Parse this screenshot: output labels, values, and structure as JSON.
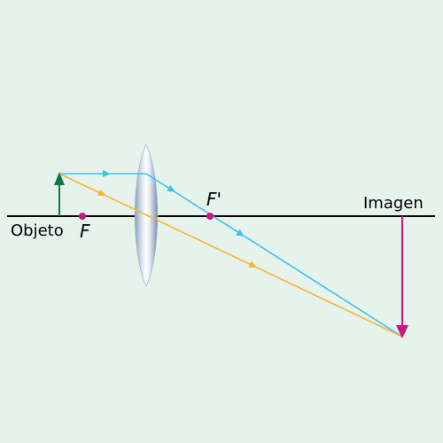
{
  "diagram": {
    "labels": {
      "object": "Objeto",
      "focal_object_side": "F",
      "focal_image_side": "F'",
      "image": "Imagen"
    },
    "colors": {
      "background": "#e6f3ec",
      "axis": "#000000",
      "object_arrow": "#0b7a45",
      "image_arrow": "#c8157f",
      "focal_points": "#c8157f",
      "ray_parallel": "#3cc2ec",
      "ray_central": "#f7b431",
      "lens_edge": "#9fb2c6",
      "lens_center": "#ffffff"
    },
    "icons": {
      "lens": "converging-lens-icon",
      "object": "up-arrow-icon",
      "image": "down-arrow-icon"
    }
  }
}
